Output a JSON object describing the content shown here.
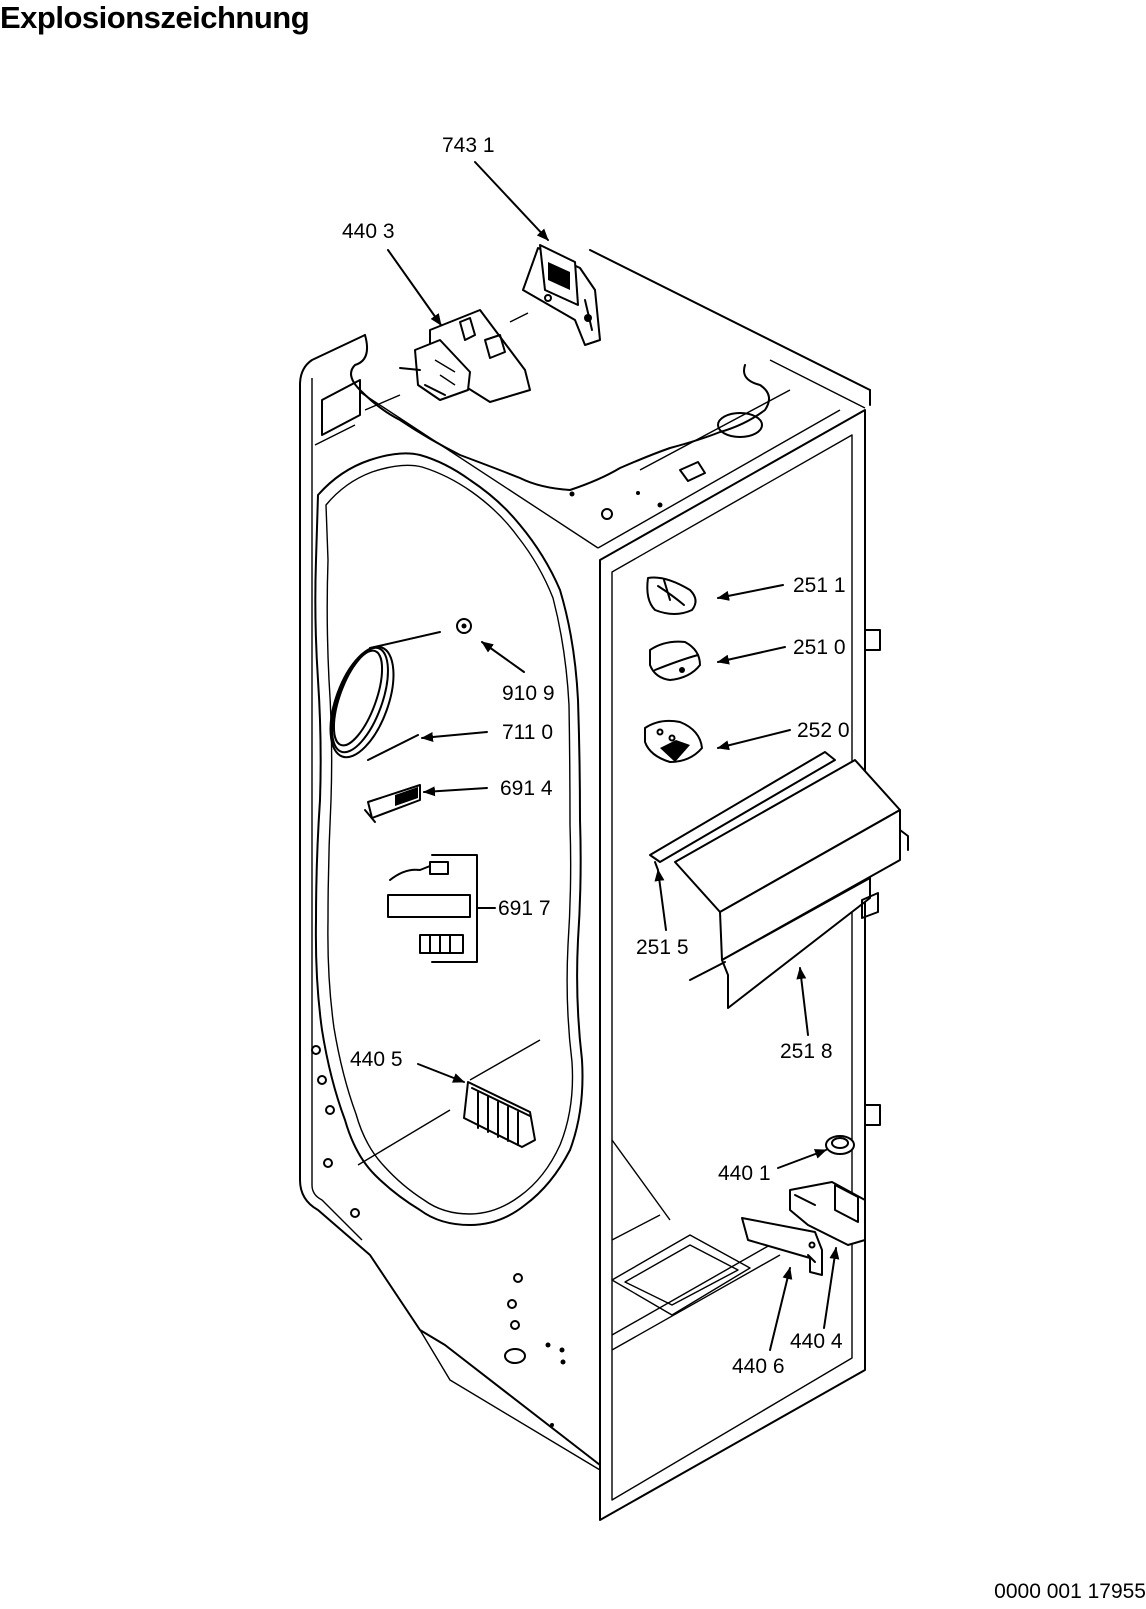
{
  "title": "Explosionszeichnung",
  "document_number": "0000 001 17955",
  "parts": [
    {
      "id": "743-1",
      "label": "743 1"
    },
    {
      "id": "440-3",
      "label": "440 3"
    },
    {
      "id": "251-1",
      "label": "251 1"
    },
    {
      "id": "251-0",
      "label": "251 0"
    },
    {
      "id": "252-0",
      "label": "252 0"
    },
    {
      "id": "910-9",
      "label": "910 9"
    },
    {
      "id": "711-0",
      "label": "711 0"
    },
    {
      "id": "691-4",
      "label": "691 4"
    },
    {
      "id": "691-7",
      "label": "691 7"
    },
    {
      "id": "251-5",
      "label": "251 5"
    },
    {
      "id": "251-8",
      "label": "251 8"
    },
    {
      "id": "440-5",
      "label": "440 5"
    },
    {
      "id": "440-1",
      "label": "440 1"
    },
    {
      "id": "440-4",
      "label": "440 4"
    },
    {
      "id": "440-6",
      "label": "440 6"
    }
  ]
}
